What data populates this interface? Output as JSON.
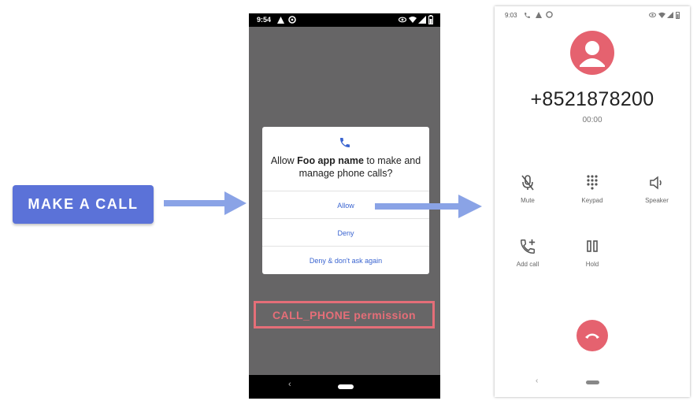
{
  "make_call": {
    "label": "MAKE A CALL"
  },
  "phone1": {
    "status_time": "9:54",
    "dialog": {
      "title_prefix": "Allow ",
      "app_name": "Foo app name",
      "title_suffix": " to make and manage phone calls?",
      "allow_label": "Allow",
      "deny_label": "Deny",
      "deny_forever_label": "Deny & don't ask again"
    },
    "nav_back": "‹"
  },
  "permission_label": "CALL_PHONE permission",
  "phone2": {
    "status_time": "9:03",
    "number": "+8521878200",
    "timer": "00:00",
    "controls": {
      "mute": "Mute",
      "keypad": "Keypad",
      "speaker": "Speaker",
      "add_call": "Add call",
      "hold": "Hold"
    },
    "nav_back": "‹"
  },
  "colors": {
    "accent_blue": "#5b72d8",
    "arrow_blue": "#8aa3e6",
    "permission_red": "#e56e78",
    "dialog_link_blue": "#3a64d0"
  }
}
